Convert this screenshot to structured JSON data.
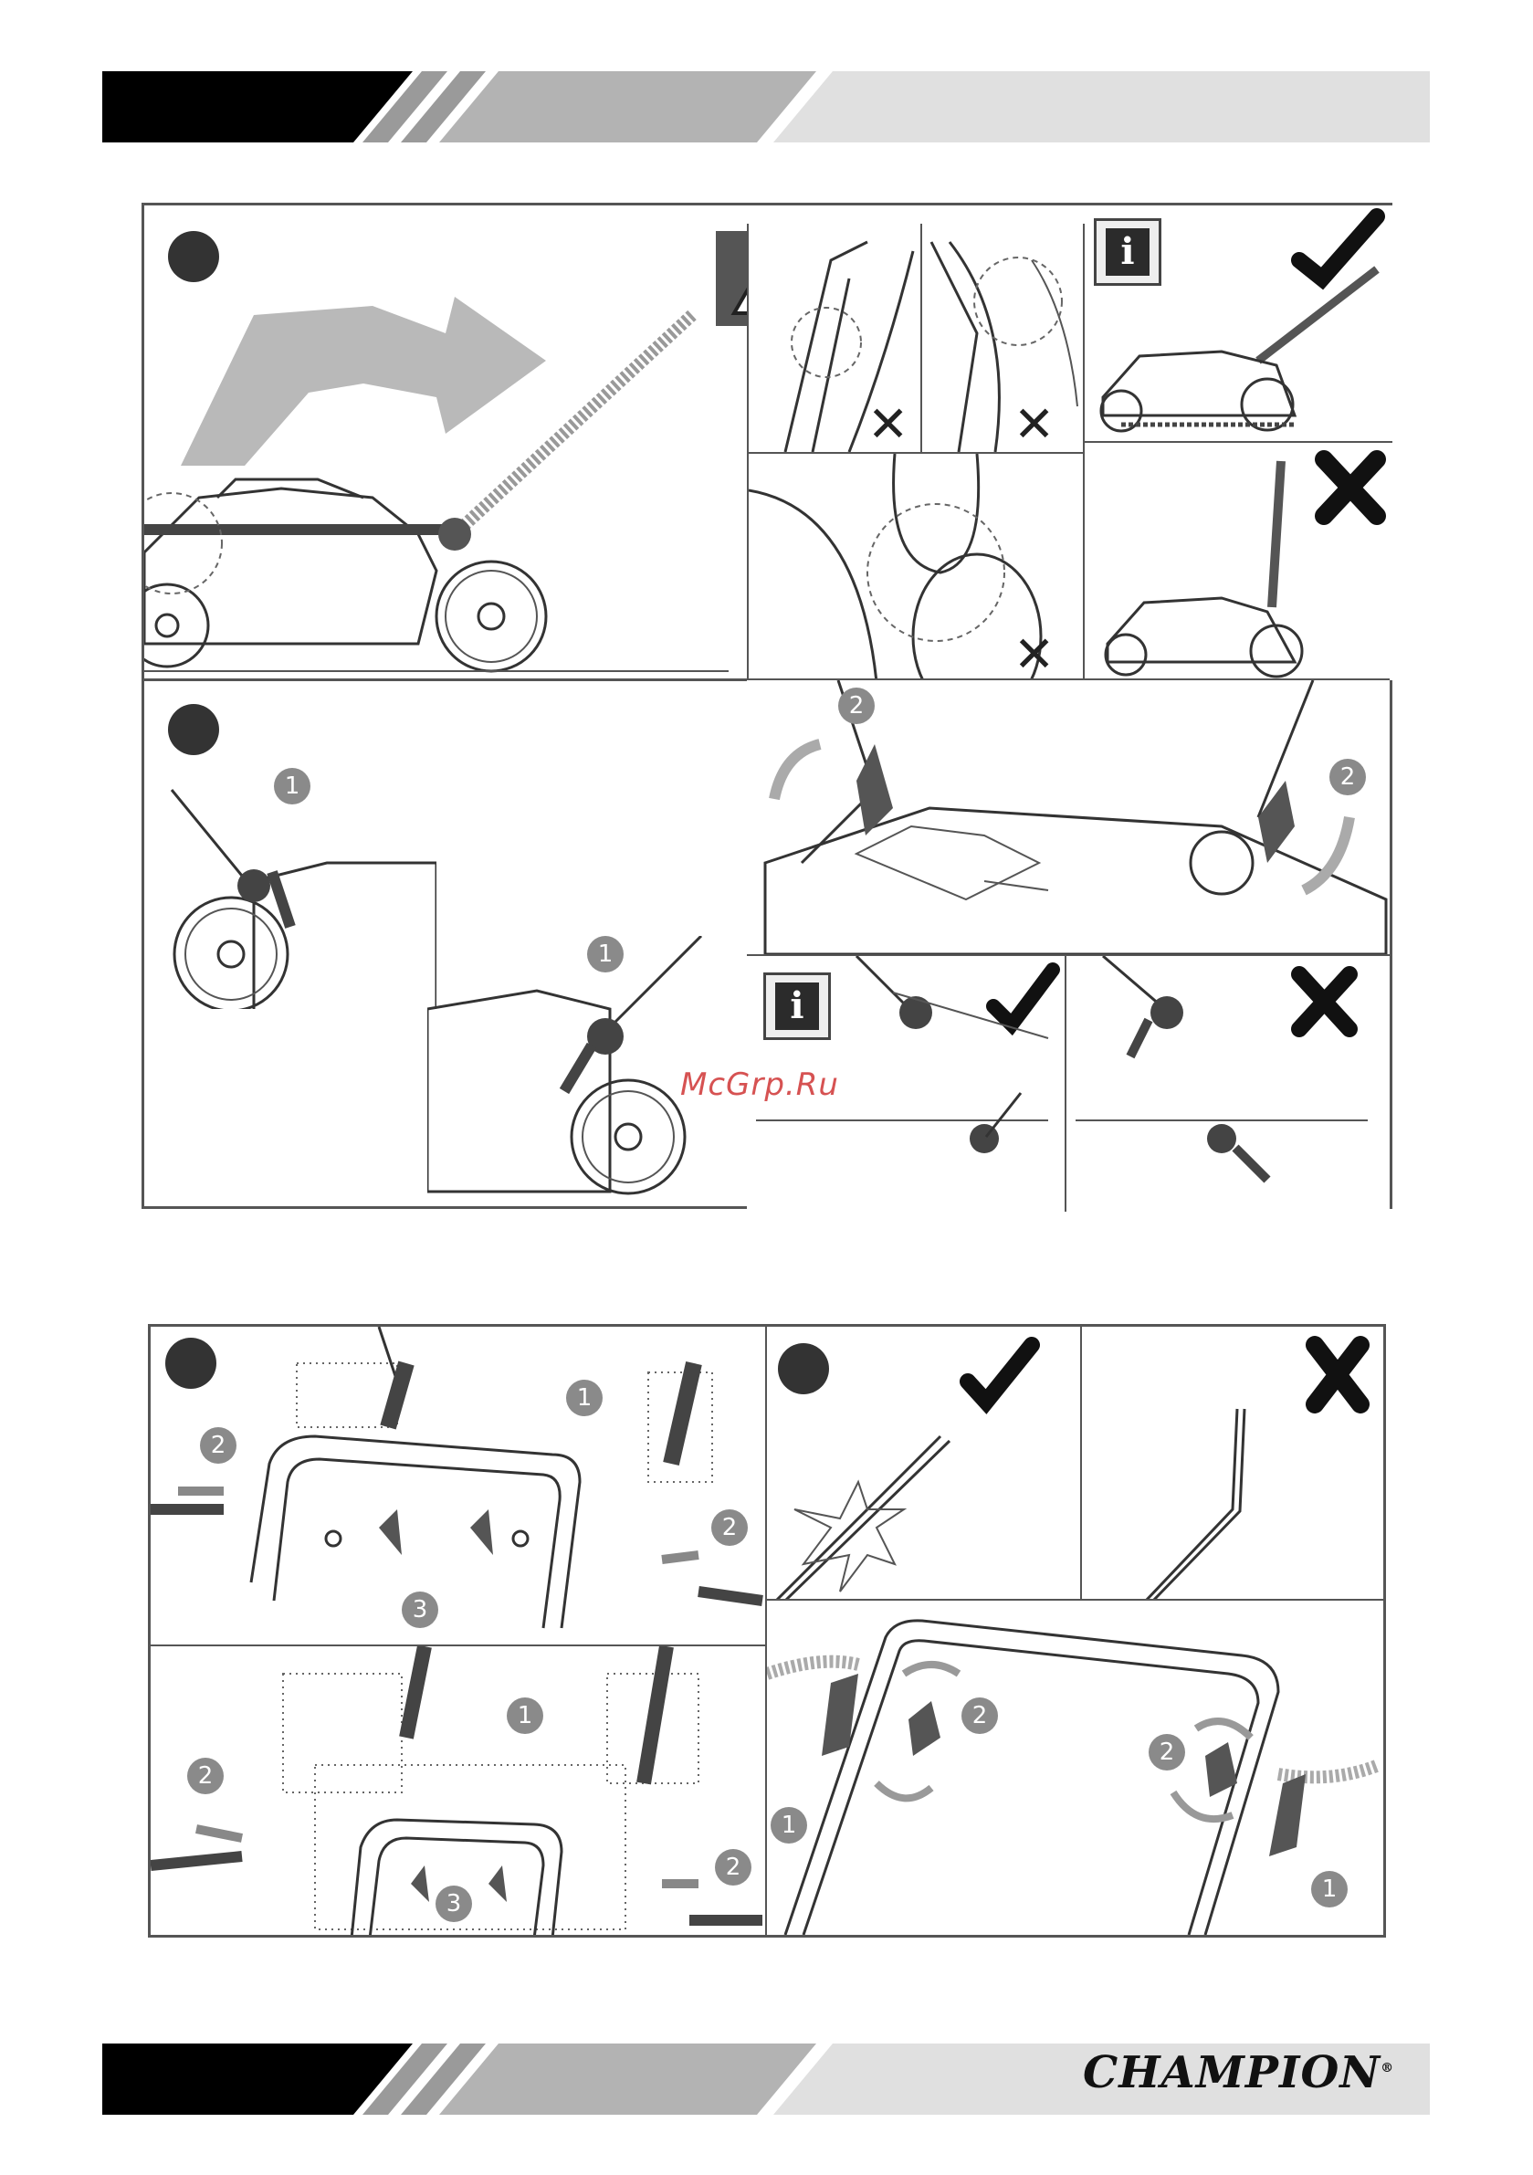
{
  "watermark": "McGrp.Ru",
  "brand": {
    "logo_text": "CHAMPION",
    "registered": "®"
  },
  "colors": {
    "band_dark": "#000000",
    "band_mid": "#b3b3b3",
    "band_light": "#e0e0e0",
    "frame": "#555555",
    "callout": "#8a8a8a"
  },
  "figure_top": {
    "warning_icon": "warning-triangle-icon",
    "info_icon_label": "i",
    "callouts_step2": [
      "1",
      "1",
      "2",
      "2"
    ]
  },
  "figure_bottom": {
    "callouts_left_top": [
      "1",
      "2",
      "2",
      "3"
    ],
    "callouts_left_bottom": [
      "1",
      "2",
      "2",
      "3"
    ],
    "callouts_right": [
      "2",
      "2",
      "1",
      "1"
    ]
  }
}
